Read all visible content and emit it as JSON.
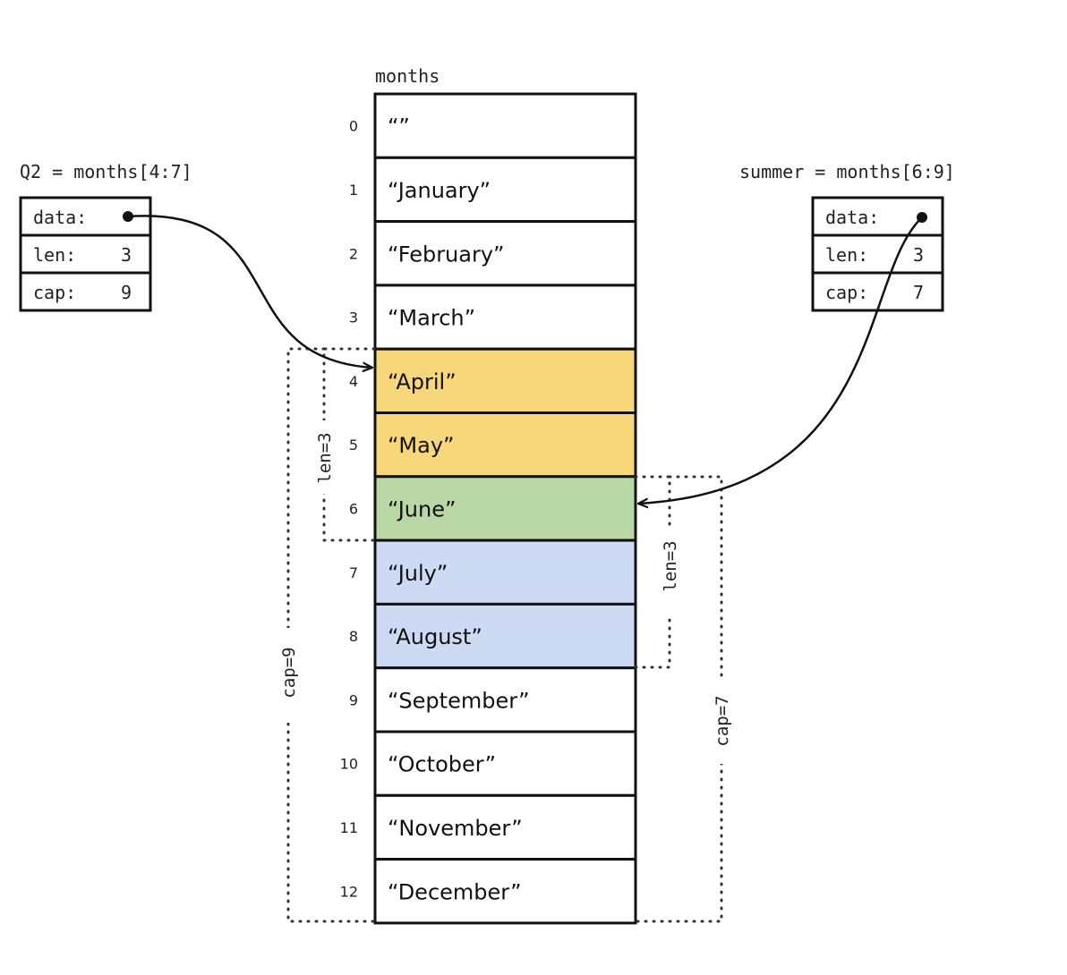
{
  "array": {
    "name": "months",
    "cells": [
      {
        "index": "0",
        "value": "“”",
        "color": "#ffffff"
      },
      {
        "index": "1",
        "value": "“January”",
        "color": "#ffffff"
      },
      {
        "index": "2",
        "value": "“February”",
        "color": "#ffffff"
      },
      {
        "index": "3",
        "value": "“March”",
        "color": "#ffffff"
      },
      {
        "index": "4",
        "value": "“April”",
        "color": "#f8d77a"
      },
      {
        "index": "5",
        "value": "“May”",
        "color": "#f8d77a"
      },
      {
        "index": "6",
        "value": "“June”",
        "color": "#bad7a6"
      },
      {
        "index": "7",
        "value": "“July”",
        "color": "#ccdaf4"
      },
      {
        "index": "8",
        "value": "“August”",
        "color": "#ccdaf4"
      },
      {
        "index": "9",
        "value": "“September”",
        "color": "#ffffff"
      },
      {
        "index": "10",
        "value": "“October”",
        "color": "#ffffff"
      },
      {
        "index": "11",
        "value": "“November”",
        "color": "#ffffff"
      },
      {
        "index": "12",
        "value": "“December”",
        "color": "#ffffff"
      }
    ]
  },
  "slices": {
    "q2": {
      "title": "Q2 = months[4:7]",
      "data_label": "data:",
      "len_label": "len:",
      "len_value": "3",
      "cap_label": "cap:",
      "cap_value": "9",
      "len_marker": "len=3",
      "cap_marker": "cap=9"
    },
    "summer": {
      "title": "summer = months[6:9]",
      "data_label": "data:",
      "len_label": "len:",
      "len_value": "3",
      "cap_label": "cap:",
      "cap_value": "7",
      "len_marker": "len=3",
      "cap_marker": "cap=7"
    }
  }
}
